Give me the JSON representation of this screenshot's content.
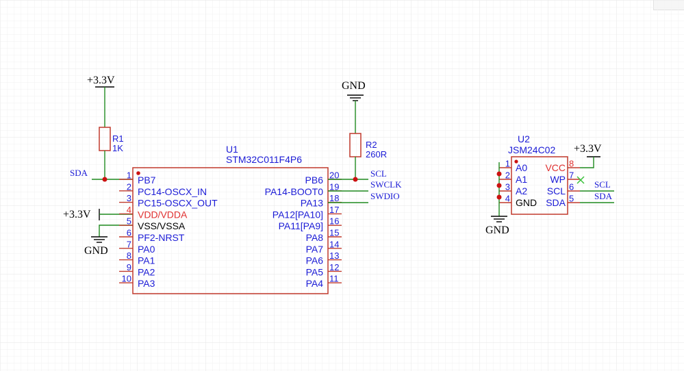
{
  "colors": {
    "background": "#ffffff",
    "grid": "#e8e8e8",
    "wire": "#1f8a1f",
    "body": "#c0392b",
    "pin_text": "#1b1bd6",
    "power_pin": "#e03030",
    "label": "#1b1bd6",
    "junction": "#cc1111",
    "text": "#000000",
    "noconnect": "#39c039"
  },
  "schematic": {
    "u1": {
      "designator": "U1",
      "part": "STM32C011F4P6",
      "left_pins": [
        {
          "num": "1",
          "name": "PB7",
          "power": false
        },
        {
          "num": "2",
          "name": "PC14-OSCX_IN",
          "power": false
        },
        {
          "num": "3",
          "name": "PC15-OSCX_OUT",
          "power": false
        },
        {
          "num": "4",
          "name": "VDD/VDDA",
          "power": true
        },
        {
          "num": "5",
          "name": "VSS/VSSA",
          "power": false,
          "black": true
        },
        {
          "num": "6",
          "name": "PF2-NRST",
          "power": false
        },
        {
          "num": "7",
          "name": "PA0",
          "power": false
        },
        {
          "num": "8",
          "name": "PA1",
          "power": false
        },
        {
          "num": "9",
          "name": "PA2",
          "power": false
        },
        {
          "num": "10",
          "name": "PA3",
          "power": false
        }
      ],
      "right_pins": [
        {
          "num": "20",
          "name": "PB6"
        },
        {
          "num": "19",
          "name": "PA14-BOOT0"
        },
        {
          "num": "18",
          "name": "PA13"
        },
        {
          "num": "17",
          "name": "PA12[PA10]"
        },
        {
          "num": "16",
          "name": "PA11[PA9]"
        },
        {
          "num": "15",
          "name": "PA8"
        },
        {
          "num": "14",
          "name": "PA7"
        },
        {
          "num": "13",
          "name": "PA6"
        },
        {
          "num": "12",
          "name": "PA5"
        },
        {
          "num": "11",
          "name": "PA4"
        }
      ]
    },
    "u2": {
      "designator": "U2",
      "part": "JSM24C02",
      "left_pins": [
        {
          "num": "1",
          "name": "A0"
        },
        {
          "num": "2",
          "name": "A1"
        },
        {
          "num": "3",
          "name": "A2"
        },
        {
          "num": "4",
          "name": "GND",
          "black": true
        }
      ],
      "right_pins": [
        {
          "num": "8",
          "name": "VCC",
          "power": true
        },
        {
          "num": "7",
          "name": "WP"
        },
        {
          "num": "6",
          "name": "SCL"
        },
        {
          "num": "5",
          "name": "SDA"
        }
      ]
    },
    "r1": {
      "designator": "R1",
      "value": "1K"
    },
    "r2": {
      "designator": "R2",
      "value": "260R"
    },
    "power": {
      "vcc_r1": "+3.3V",
      "vcc_u1": "+3.3V",
      "gnd_u1": "GND",
      "gnd_r2": "GND",
      "vcc_u2": "+3.3V",
      "gnd_u2": "GND"
    },
    "net_labels": {
      "sda_u1": "SDA",
      "scl_u1": "SCL",
      "swclk": "SWCLK",
      "swdio": "SWDIO",
      "scl_u2": "SCL",
      "sda_u2": "SDA"
    }
  }
}
